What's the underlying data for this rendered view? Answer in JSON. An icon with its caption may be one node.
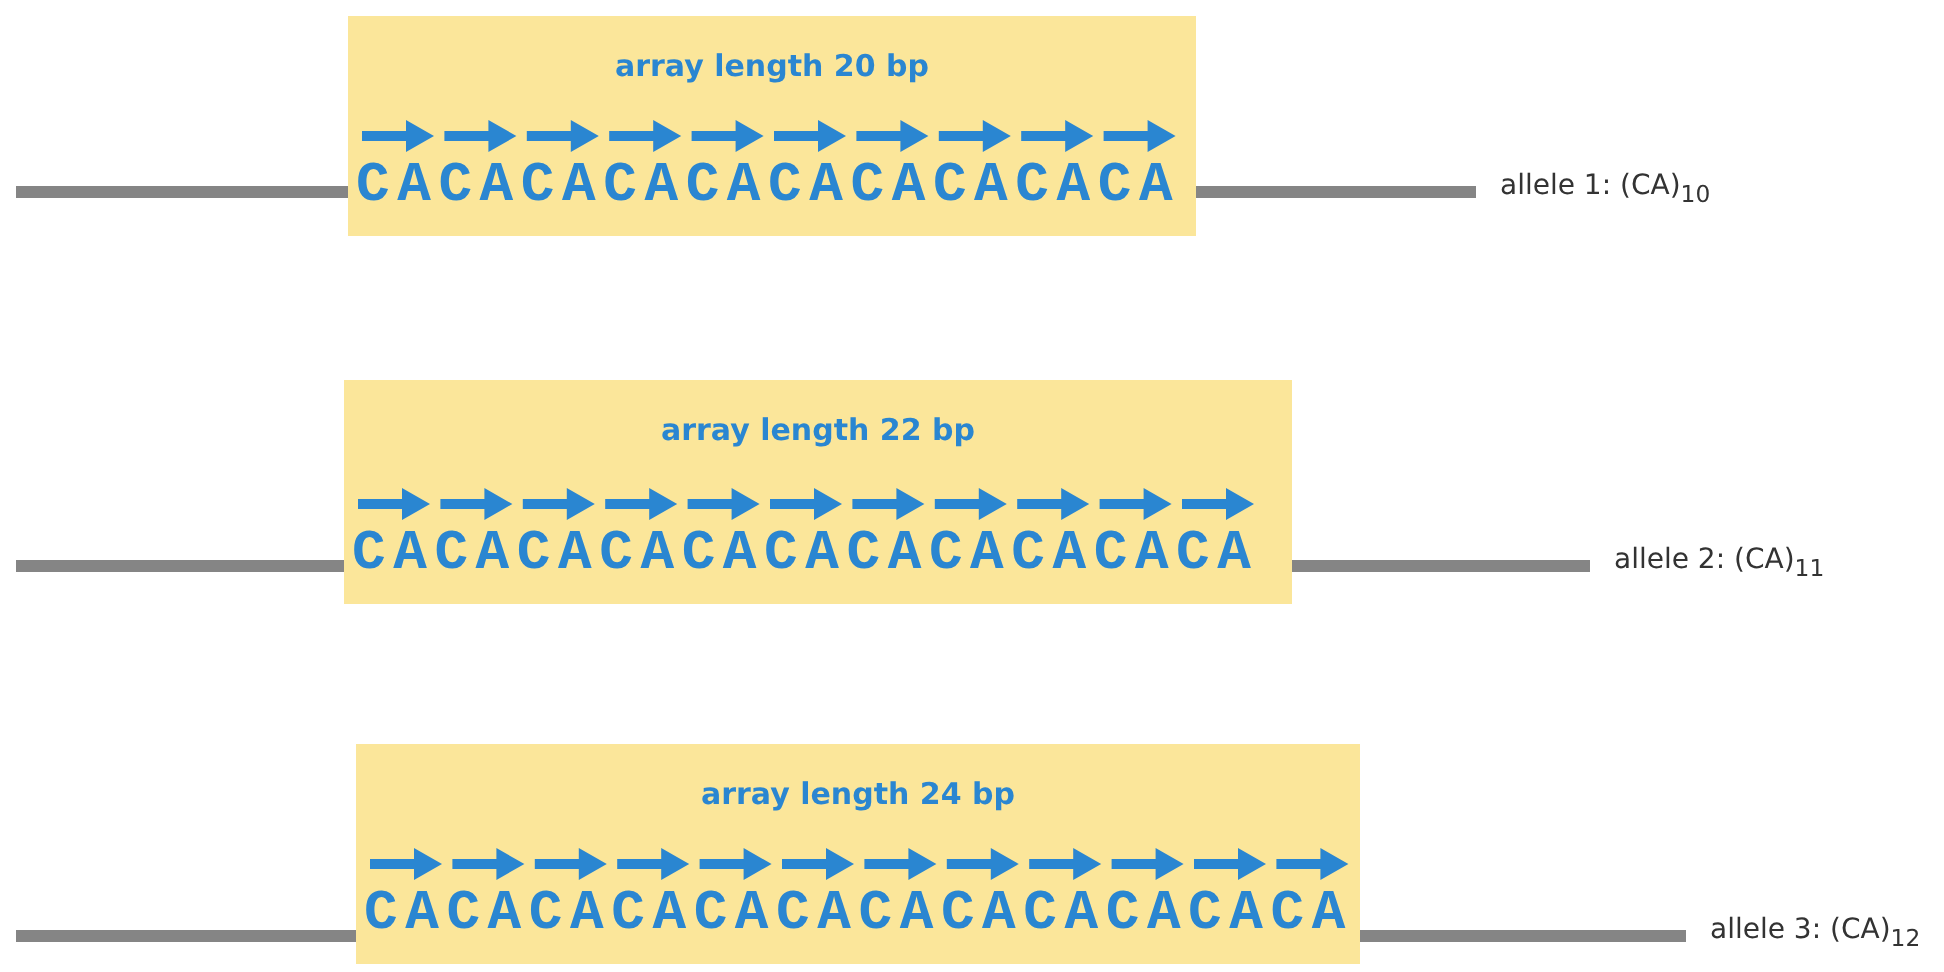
{
  "diagram": {
    "nodes": [
      {
        "text": [
          "array length 20 bp",
          "CACACACACACACACACACA"
        ]
      },
      {
        "text": [
          "array length 22 bp",
          "CACACACACACACACACACACA"
        ]
      },
      {
        "text": [
          "array length 24 bp",
          "CACACACACACACACACACACACA"
        ]
      }
    ],
    "labels": [
      "allele 1: (CA)$_{10}$",
      "allele 2: (CA)$_{11}$",
      "allele 3: (CA)$_{12}$"
    ]
  }
}
